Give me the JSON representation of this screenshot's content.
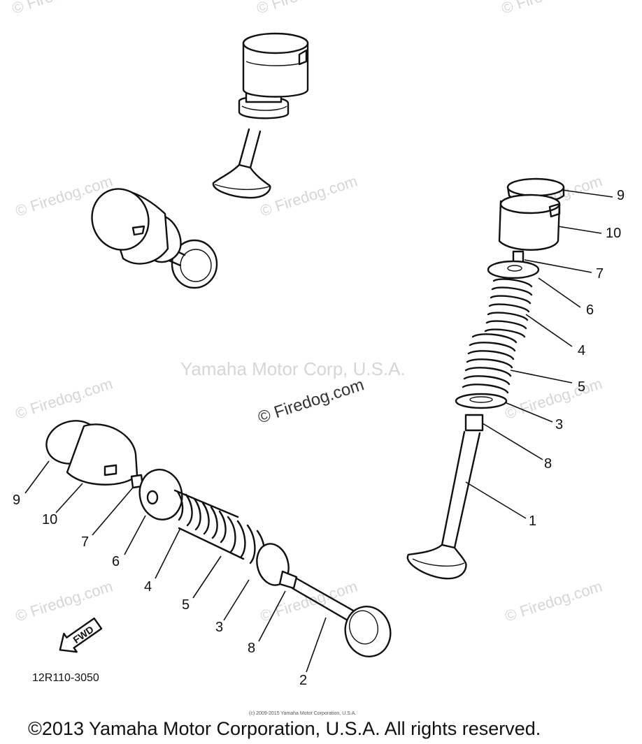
{
  "watermark": {
    "site": "© Firedog.com",
    "corp": "Yamaha Motor Corp, U.S.A."
  },
  "callouts_right": [
    "9",
    "10",
    "7",
    "6",
    "4",
    "5",
    "3",
    "8",
    "1"
  ],
  "callouts_left": [
    "9",
    "10",
    "7",
    "6",
    "4",
    "5",
    "3",
    "8",
    "2"
  ],
  "fwd_label": "FWD",
  "diagram_code": "12R110-3050",
  "tiny_copyright": "(c) 2009-2015 Yamaha Motor Corporation, U.S.A.",
  "copyright": "©2013 Yamaha Motor Corporation, U.S.A. All rights reserved."
}
